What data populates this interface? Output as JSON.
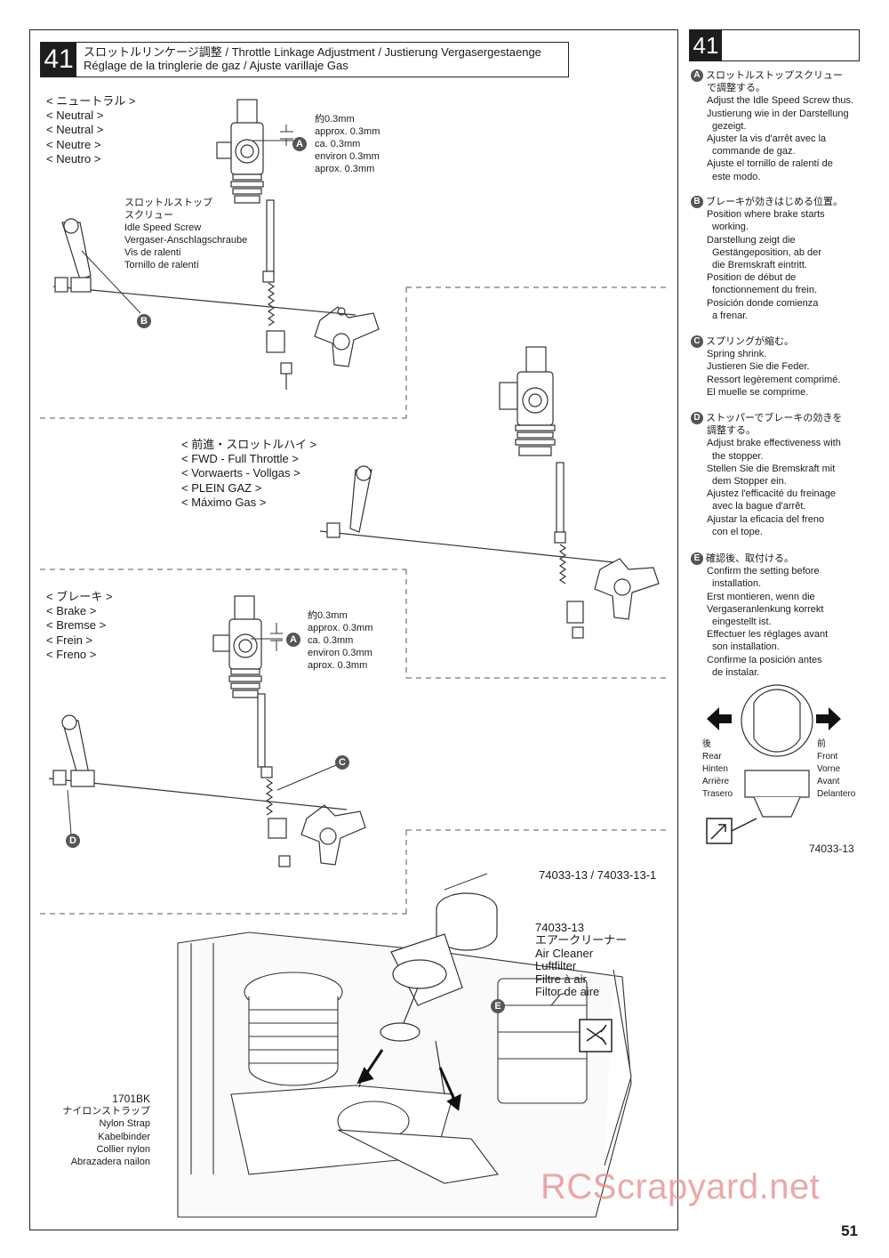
{
  "page_number": "51",
  "watermark": "RCScrapyard.net",
  "step": {
    "number": "41",
    "title_line1": "スロットルリンケージ調整 / Throttle Linkage Adjustment / Justierung Vergasergestaenge",
    "title_line2": "Réglage de la tringlerie de gaz / Ajuste varillaje Gas"
  },
  "neutral": {
    "labels": [
      "< ニュートラル >",
      "< Neutral  >",
      "< Neutral  >",
      "< Neutre  >",
      "< Neutro  >"
    ],
    "gap": [
      "約0.3mm",
      "approx. 0.3mm",
      "ca. 0.3mm",
      "environ 0.3mm",
      "aprox. 0.3mm"
    ],
    "idle_screw": [
      "スロットルストップ",
      "スクリュー",
      "Idle Speed Screw",
      "Vergaser-Anschlagschraube",
      "Vis de ralenti",
      "Tornillo de ralentí"
    ]
  },
  "full_throttle": {
    "labels": [
      "< 前進・スロットルハイ  >",
      "< FWD - Full Throttle >",
      "< Vorwaerts - Vollgas >",
      "< PLEIN GAZ  >",
      "< Máximo Gas >"
    ]
  },
  "brake": {
    "labels": [
      "< ブレーキ  >",
      "< Brake >",
      "< Bremse >",
      "< Frein  >",
      "< Freno >"
    ],
    "gap": [
      "約0.3mm",
      "approx. 0.3mm",
      "ca. 0.3mm",
      "environ 0.3mm",
      "aprox. 0.3mm"
    ]
  },
  "parts": {
    "filter_top": "74033-13 / 74033-13-1",
    "air_cleaner": [
      "74033-13",
      "エアークリーナー",
      "Air Cleaner",
      "Luftfilter",
      "Filtre à air",
      "Filtor de aire"
    ],
    "nylon_strap": [
      "1701BK",
      "ナイロンストラップ",
      "Nylon Strap",
      "Kabelbinder",
      "Collier nylon",
      "Abrazadera nailon"
    ],
    "side_part": "74033-13"
  },
  "badges": {
    "a": "A",
    "b": "B",
    "c": "C",
    "d": "D",
    "e": "E"
  },
  "instructions": [
    {
      "letter": "A",
      "head": "スロットルストップスクリュー",
      "lines": [
        [
          "で調整する。",
          false
        ],
        [
          "Adjust the Idle Speed Screw thus.",
          false
        ],
        [
          "Justierung wie in der Darstellung",
          false
        ],
        [
          "gezeigt.",
          true
        ],
        [
          "Ajuster la vis d'arrêt avec la",
          false
        ],
        [
          "commande de gaz.",
          true
        ],
        [
          "Ajuste el tornillo de ralentí de",
          false
        ],
        [
          "este modo.",
          true
        ]
      ]
    },
    {
      "letter": "B",
      "head": "ブレーキが効きはじめる位置。",
      "lines": [
        [
          "Position where brake starts",
          false
        ],
        [
          "working.",
          true
        ],
        [
          "Darstellung zeigt die",
          false
        ],
        [
          "Gestängeposition, ab der",
          true
        ],
        [
          "die Bremskraft eintritt.",
          true
        ],
        [
          "Position de début de",
          false
        ],
        [
          "fonctionnement du frein.",
          true
        ],
        [
          "Posición donde comienza",
          false
        ],
        [
          "a frenar.",
          true
        ]
      ]
    },
    {
      "letter": "C",
      "head": "スプリングが縮む。",
      "lines": [
        [
          "Spring shrink.",
          false
        ],
        [
          "Justieren Sie die Feder.",
          false
        ],
        [
          "Ressort legèrement comprimé.",
          false
        ],
        [
          "El muelle se comprime.",
          false
        ]
      ]
    },
    {
      "letter": "D",
      "head": "ストッパーでブレーキの効きを",
      "lines": [
        [
          "調整する。",
          false
        ],
        [
          "Adjust brake effectiveness with",
          false
        ],
        [
          "the stopper.",
          true
        ],
        [
          "Stellen Sie die Bremskraft mit",
          false
        ],
        [
          "dem Stopper ein.",
          true
        ],
        [
          "Ajustez l'efficacité du freinage",
          false
        ],
        [
          "avec la bague d'arrêt.",
          true
        ],
        [
          "Ajustar la eficacia del freno",
          false
        ],
        [
          "con el tope.",
          true
        ]
      ]
    },
    {
      "letter": "E",
      "head": "確認後、取付ける。",
      "lines": [
        [
          "Confirm the setting before",
          false
        ],
        [
          "installation.",
          true
        ],
        [
          "Erst montieren, wenn die",
          false
        ],
        [
          "Vergaseranlenkung korrekt",
          false
        ],
        [
          "eingestellt ist.",
          true
        ],
        [
          "Effectuer les réglages avant",
          false
        ],
        [
          "son installation.",
          true
        ],
        [
          "Confirme la posición antes",
          false
        ],
        [
          "de instalar.",
          true
        ]
      ]
    }
  ],
  "direction": {
    "rear": [
      "後",
      "Rear",
      "Hinten",
      "Arrière",
      "Trasero"
    ],
    "front": [
      "前",
      "Front",
      "Vorne",
      "Avant",
      "Delantero"
    ]
  }
}
